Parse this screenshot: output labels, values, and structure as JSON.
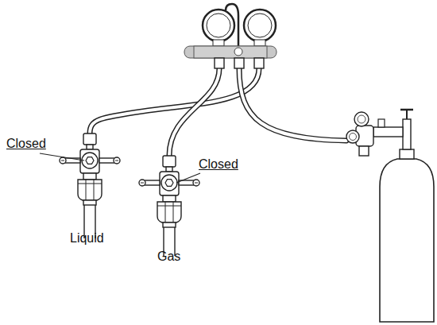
{
  "diagram": {
    "labels": [
      "Closed",
      "Liquid",
      "Closed",
      "Gas"
    ]
  }
}
